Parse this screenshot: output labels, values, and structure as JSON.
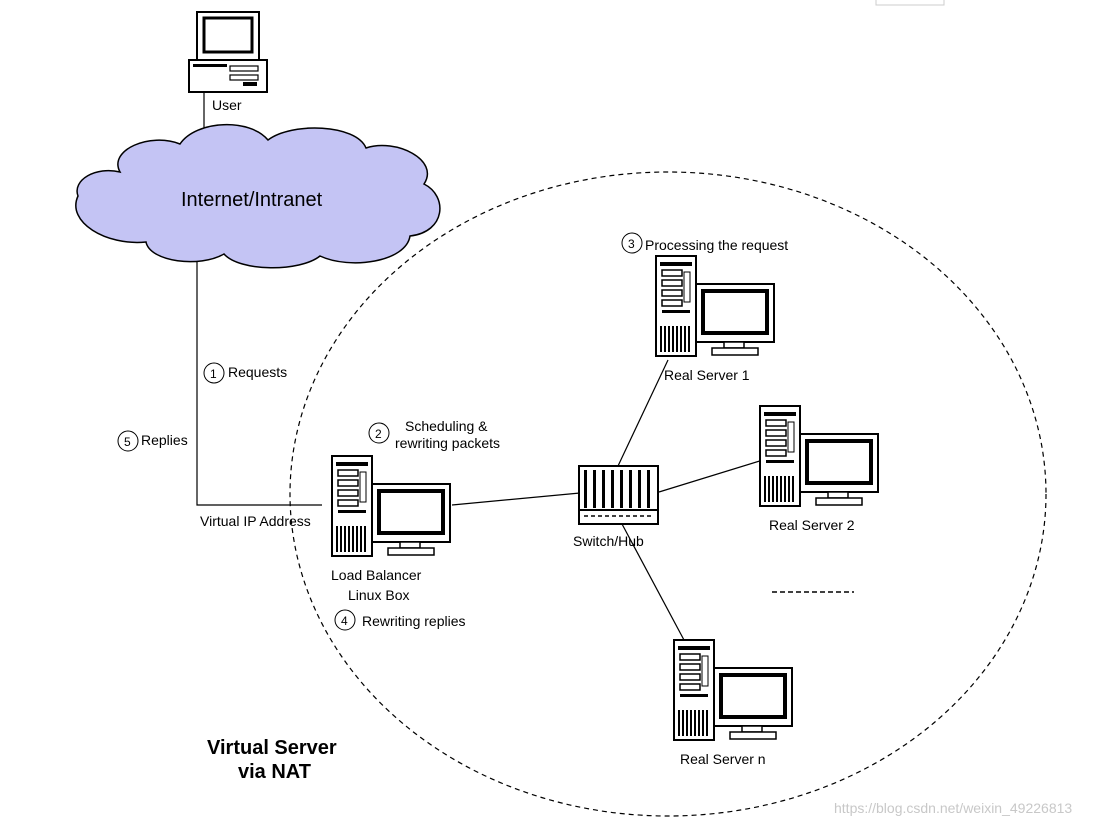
{
  "diagram": {
    "title_line1": "Virtual Server",
    "title_line2": "via NAT",
    "cloud_label": "Internet/Intranet",
    "user_label": "User",
    "virtual_ip_label": "Virtual IP Address",
    "load_balancer_line1": "Load Balancer",
    "load_balancer_line2": "Linux Box",
    "switch_label": "Switch/Hub",
    "real_server_1": "Real Server 1",
    "real_server_2": "Real Server 2",
    "real_server_n": "Real Server n",
    "steps": [
      {
        "number": "1",
        "text": "Requests"
      },
      {
        "number": "2",
        "text_line1": "Scheduling &",
        "text_line2": "rewriting packets"
      },
      {
        "number": "3",
        "text": "Processing the request"
      },
      {
        "number": "4",
        "text": "Rewriting replies"
      },
      {
        "number": "5",
        "text": "Replies"
      }
    ],
    "watermark": "https://blog.csdn.net/weixin_49226813"
  },
  "colors": {
    "cloud_fill": "#c4c4f4",
    "line": "#000000",
    "background": "#ffffff"
  }
}
